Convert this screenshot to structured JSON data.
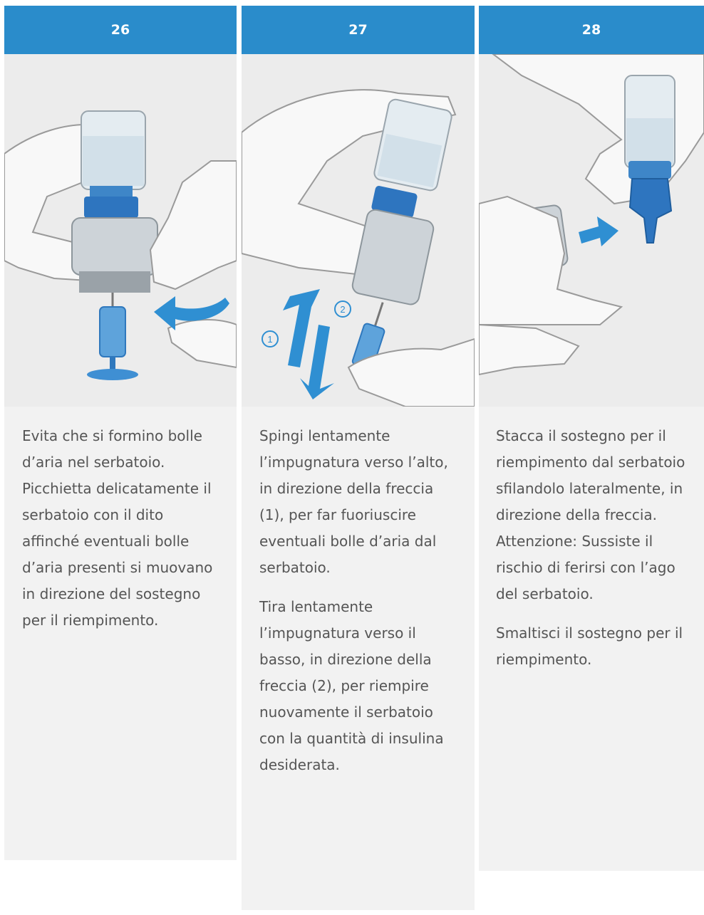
{
  "steps": [
    {
      "number": "26",
      "paragraphs": [
        "Evita che si formino bolle d’aria nel serbatoio. Picchietta delicatamente il serbatoio con il dito affinché eventuali bolle d’aria presenti si muovano in direzione del sostegno per il riempimento."
      ]
    },
    {
      "number": "27",
      "paragraphs": [
        "Spingi lentamente l’impugnatura verso l’alto, in direzione della freccia (1), per far fuoriuscire eventuali bolle d’aria dal serbatoio.",
        "Tira lentamente l’impugnatura verso il basso, in direzione della freccia (2), per riempire nuovamente il serbatoio con la quantità di insulina desiderata."
      ],
      "markers": [
        "1",
        "2"
      ]
    },
    {
      "number": "28",
      "paragraphs": [
        "Stacca il sostegno per il riempimento dal serbatoio sfilandolo lateralmente, in direzione della freccia. Attenzione: Sussiste il rischio di ferirsi con l’ago del serbatoio.",
        "Smaltisci il sostegno per il riempimento."
      ]
    }
  ],
  "colors": {
    "header": "#2a8ccb",
    "arrow": "#2f8fd2",
    "image_bg": "#ececec",
    "text_bg": "#f2f2f2",
    "text": "#555555"
  }
}
